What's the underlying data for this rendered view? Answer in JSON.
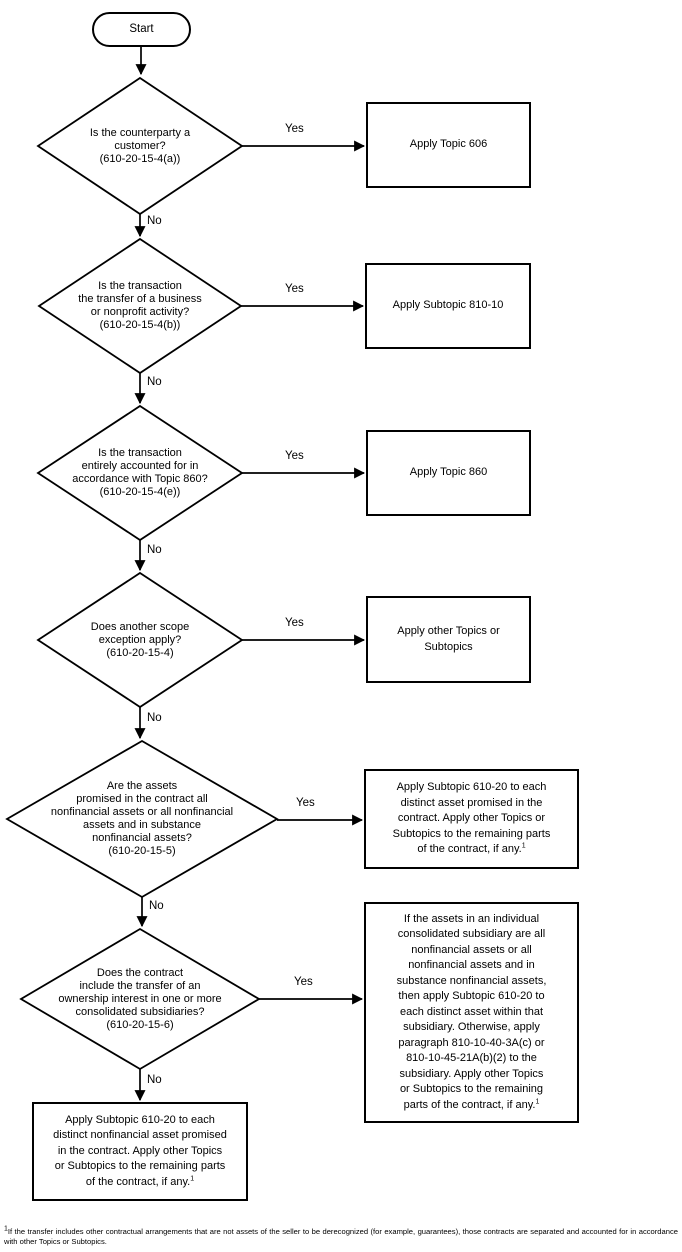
{
  "page": {
    "background_color": "#ffffff",
    "line_color": "#000000",
    "text_color": "#000000"
  },
  "flowchart": {
    "start_label": "Start",
    "yes_label": "Yes",
    "no_label": "No",
    "footnote_marker": "1",
    "decisions": [
      {
        "text": "Is the counterparty a\ncustomer?\n(610-20-15-4(a))"
      },
      {
        "text": "Is the transaction\nthe transfer of a business\nor nonprofit activity?\n(610-20-15-4(b))"
      },
      {
        "text": "Is the transaction\nentirely accounted for in\naccordance with Topic 860?\n(610-20-15-4(e))"
      },
      {
        "text": "Does another scope\nexception apply?\n(610-20-15-4)"
      },
      {
        "text": "Are the assets\npromised in the contract all\nnonfinancial assets or all nonfinancial\nassets and in substance\nnonfinancial assets?\n(610-20-15-5)"
      },
      {
        "text": "Does the contract\ninclude the transfer of an\nownership interest in one or more\nconsolidated subsidiaries?\n(610-20-15-6)"
      }
    ],
    "results": [
      {
        "text": "Apply Topic 606"
      },
      {
        "text": "Apply Subtopic 810-10"
      },
      {
        "text": "Apply Topic 860"
      },
      {
        "text": "Apply other Topics or\nSubtopics"
      },
      {
        "text": "Apply Subtopic 610-20 to each\ndistinct asset promised in the\ncontract. Apply other Topics or\nSubtopics to the remaining parts\nof the contract, if any."
      },
      {
        "text": "If the assets in an individual\nconsolidated subsidiary are all\nnonfinancial assets or all\nnonfinancial assets and in\nsubstance nonfinancial assets,\nthen apply Subtopic 610-20 to\neach distinct asset within that\nsubsidiary. Otherwise, apply\nparagraph 810-10-40-3A(c) or\n810-10-45-21A(b)(2) to the\nsubsidiary. Apply other Topics\nor Subtopics to the remaining\nparts of the contract, if any."
      },
      {
        "text": "Apply Subtopic 610-20 to each\ndistinct nonfinancial asset promised\nin the contract. Apply other Topics\nor Subtopics to the remaining parts\nof the contract, if any."
      }
    ],
    "footnote": {
      "marker": "1",
      "text": "If the transfer includes other contractual arrangements that are not assets of the seller to be derecognized (for example, guarantees), those contracts are separated and accounted for in accordance with other Topics or Subtopics."
    }
  }
}
